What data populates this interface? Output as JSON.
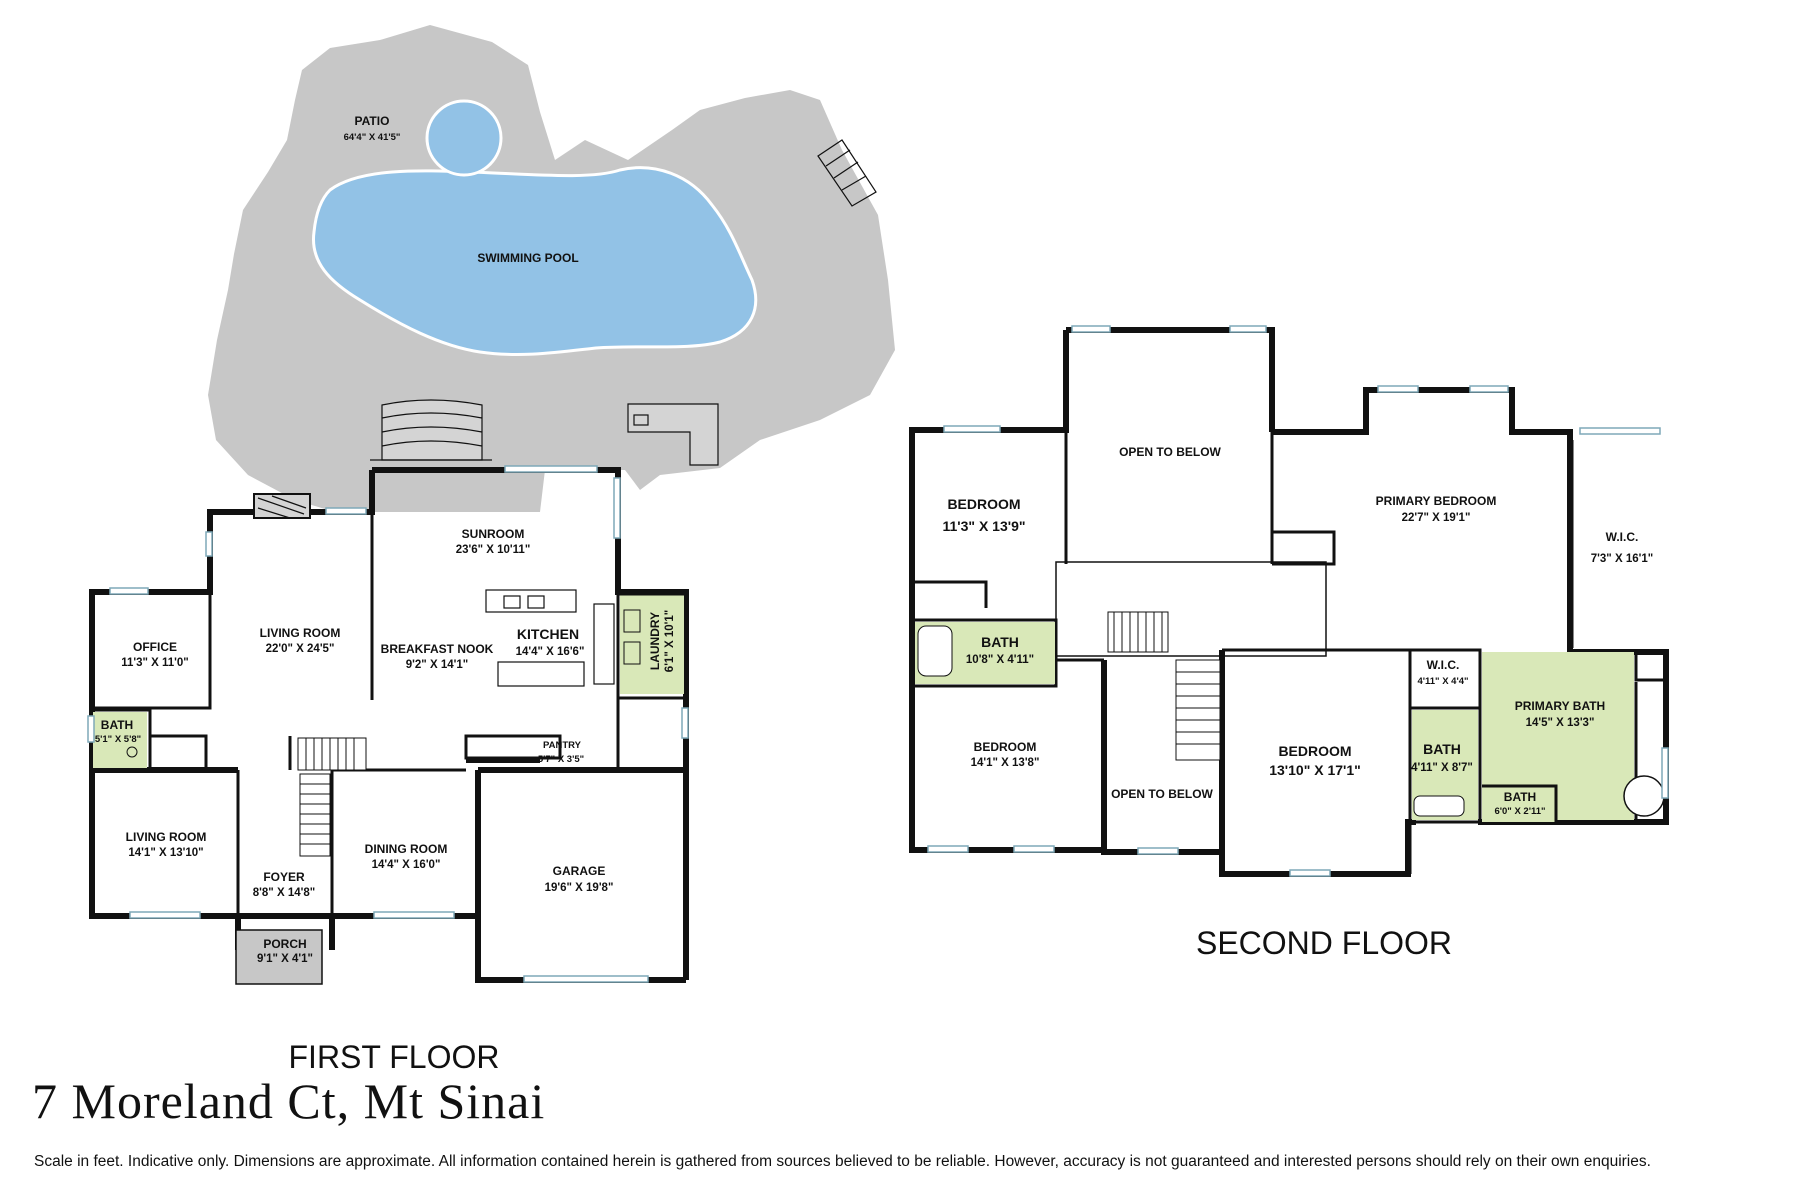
{
  "colors": {
    "patio": "#c7c7c7",
    "pool": "#92c2e6",
    "wet_room": "#d9e8b8",
    "wall": "#111111",
    "window": "#7fa9b8"
  },
  "first_floor": {
    "title": "FIRST FLOOR",
    "rooms": {
      "patio": {
        "name": "PATIO",
        "dim": "64'4\" X 41'5\""
      },
      "pool": {
        "name": "SWIMMING POOL",
        "dim": ""
      },
      "sunroom": {
        "name": "SUNROOM",
        "dim": "23'6\" X 10'11\""
      },
      "office": {
        "name": "OFFICE",
        "dim": "11'3\" X 11'0\""
      },
      "living_room_1": {
        "name": "LIVING ROOM",
        "dim": "22'0\" X 24'5\""
      },
      "breakfast_nook": {
        "name": "BREAKFAST NOOK",
        "dim": "9'2\" X 14'1\""
      },
      "kitchen": {
        "name": "KITCHEN",
        "dim": "14'4\" X 16'6\""
      },
      "laundry": {
        "name": "LAUNDRY",
        "dim": "6'1\" X 10'1\""
      },
      "bath": {
        "name": "BATH",
        "dim": "5'1\" X 5'8\""
      },
      "pantry": {
        "name": "PANTRY",
        "dim": "5'7\" X 3'5\""
      },
      "living_room_2": {
        "name": "LIVING ROOM",
        "dim": "14'1\" X 13'10\""
      },
      "foyer": {
        "name": "FOYER",
        "dim": "8'8\" X 14'8\""
      },
      "dining_room": {
        "name": "DINING ROOM",
        "dim": "14'4\" X 16'0\""
      },
      "garage": {
        "name": "GARAGE",
        "dim": "19'6\" X 19'8\""
      },
      "porch": {
        "name": "PORCH",
        "dim": "9'1\" X 4'1\""
      }
    }
  },
  "second_floor": {
    "title": "SECOND FLOOR",
    "rooms": {
      "bedroom_1": {
        "name": "BEDROOM",
        "dim": "11'3\" X 13'9\""
      },
      "open_below_1": {
        "name": "OPEN TO BELOW",
        "dim": ""
      },
      "primary_bedroom": {
        "name": "PRIMARY BEDROOM",
        "dim": "22'7\" X 19'1\""
      },
      "wic_1": {
        "name": "W.I.C.",
        "dim": "7'3\" X 16'1\""
      },
      "bath_1": {
        "name": "BATH",
        "dim": "10'8\" X 4'11\""
      },
      "bedroom_2": {
        "name": "BEDROOM",
        "dim": "14'1\" X 13'8\""
      },
      "open_below_2": {
        "name": "OPEN TO BELOW",
        "dim": ""
      },
      "bedroom_3": {
        "name": "BEDROOM",
        "dim": "13'10\" X 17'1\""
      },
      "wic_2": {
        "name": "W.I.C.",
        "dim": "4'11\" X 4'4\""
      },
      "bath_2": {
        "name": "BATH",
        "dim": "4'11\" X 8'7\""
      },
      "primary_bath": {
        "name": "PRIMARY BATH",
        "dim": "14'5\" X 13'3\""
      },
      "bath_3": {
        "name": "BATH",
        "dim": "6'0\" X 2'11\""
      }
    }
  },
  "address": "7 Moreland Ct, Mt Sinai",
  "disclaimer": "Scale in feet. Indicative only. Dimensions are approximate. All information contained herein is gathered from sources believed to be reliable. However, accuracy is not guaranteed and interested persons should rely on their own enquiries."
}
